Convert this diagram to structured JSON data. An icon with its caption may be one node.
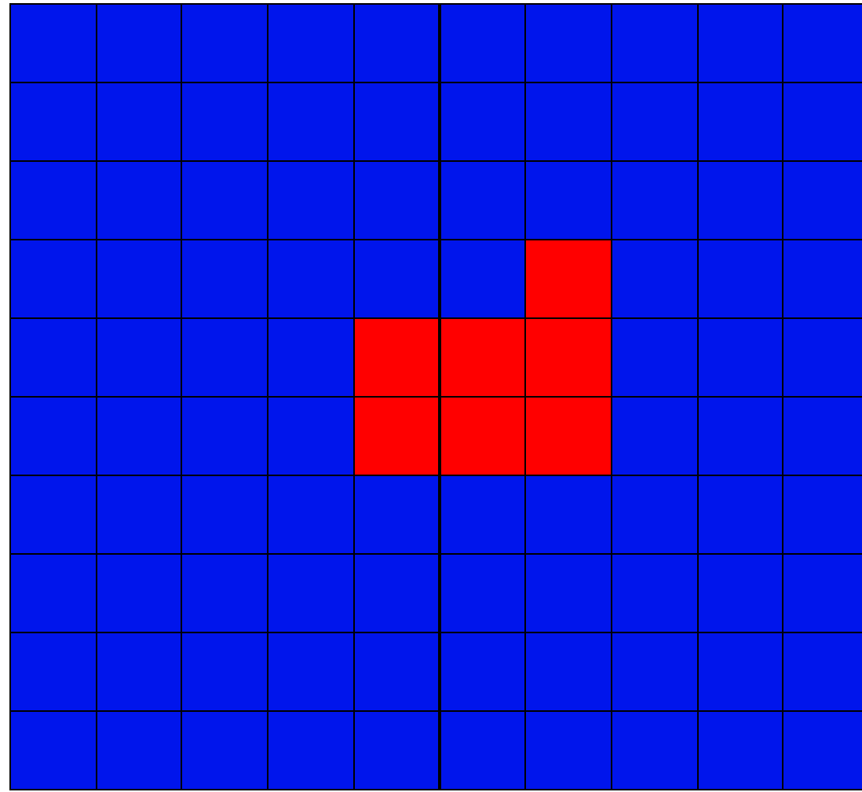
{
  "diagram": {
    "nodes": [
      {
        "text": [],
        "shape": "box"
      },
      {
        "text": [],
        "shape": "box"
      },
      {
        "text": [],
        "shape": "box"
      },
      {
        "text": [],
        "shape": "box"
      },
      {
        "text": [],
        "shape": "box"
      },
      {
        "text": [],
        "shape": "box"
      },
      {
        "text": [],
        "shape": "box"
      },
      {
        "text": [],
        "shape": "box"
      },
      {
        "text": [],
        "shape": "box"
      },
      {
        "text": [],
        "shape": "box"
      },
      {
        "text": [],
        "shape": "box"
      },
      {
        "text": [],
        "shape": "box"
      },
      {
        "text": [],
        "shape": "box"
      },
      {
        "text": [],
        "shape": "box"
      },
      {
        "text": [],
        "shape": "box"
      },
      {
        "text": [],
        "shape": "box"
      },
      {
        "text": [],
        "shape": "box"
      },
      {
        "text": [],
        "shape": "box"
      },
      {
        "text": [],
        "shape": "box"
      },
      {
        "text": [],
        "shape": "box"
      },
      {
        "text": [],
        "shape": "box"
      },
      {
        "text": [],
        "shape": "box"
      },
      {
        "text": [],
        "shape": "box"
      },
      {
        "text": [],
        "shape": "box"
      },
      {
        "text": [],
        "shape": "box"
      },
      {
        "text": [],
        "shape": "box"
      },
      {
        "text": [],
        "shape": "box"
      },
      {
        "text": [],
        "shape": "box"
      },
      {
        "text": [],
        "shape": "box"
      },
      {
        "text": [],
        "shape": "box"
      },
      {
        "text": [],
        "shape": "box"
      },
      {
        "text": [],
        "shape": "box"
      },
      {
        "text": [],
        "shape": "box"
      },
      {
        "text": [],
        "shape": "box"
      },
      {
        "text": [],
        "shape": "box"
      },
      {
        "text": [],
        "shape": "box"
      },
      {
        "text": [],
        "shape": "box"
      },
      {
        "text": [],
        "shape": "box"
      },
      {
        "text": [],
        "shape": "box"
      },
      {
        "text": [],
        "shape": "box"
      },
      {
        "text": [],
        "shape": "box"
      },
      {
        "text": [],
        "shape": "box"
      },
      {
        "text": [],
        "shape": "box"
      },
      {
        "text": [],
        "shape": "box"
      },
      {
        "text": [],
        "shape": "box"
      },
      {
        "text": [],
        "shape": "box"
      },
      {
        "text": [],
        "shape": "box"
      },
      {
        "text": [],
        "shape": "box"
      },
      {
        "text": [],
        "shape": "box"
      },
      {
        "text": [],
        "shape": "box"
      },
      {
        "text": [],
        "shape": "box"
      },
      {
        "text": [],
        "shape": "box"
      },
      {
        "text": [],
        "shape": "box"
      },
      {
        "text": [],
        "shape": "box"
      },
      {
        "text": [],
        "shape": "box"
      },
      {
        "text": [],
        "shape": "box"
      },
      {
        "text": [],
        "shape": "box"
      },
      {
        "text": [],
        "shape": "box"
      },
      {
        "text": [],
        "shape": "box"
      },
      {
        "text": [],
        "shape": "box"
      },
      {
        "text": [],
        "shape": "box"
      },
      {
        "text": [],
        "shape": "box"
      },
      {
        "text": [],
        "shape": "box"
      },
      {
        "text": [],
        "shape": "box"
      },
      {
        "text": [],
        "shape": "box"
      },
      {
        "text": [],
        "shape": "box"
      },
      {
        "text": [],
        "shape": "box"
      },
      {
        "text": [],
        "shape": "box"
      },
      {
        "text": [],
        "shape": "box"
      },
      {
        "text": [],
        "shape": "box"
      },
      {
        "text": [],
        "shape": "box"
      },
      {
        "text": [],
        "shape": "box"
      },
      {
        "text": [],
        "shape": "box"
      },
      {
        "text": [],
        "shape": "box"
      },
      {
        "text": [],
        "shape": "box"
      },
      {
        "text": [],
        "shape": "box"
      },
      {
        "text": [],
        "shape": "box"
      },
      {
        "text": [],
        "shape": "box"
      },
      {
        "text": [],
        "shape": "box"
      },
      {
        "text": [],
        "shape": "box"
      },
      {
        "text": [],
        "shape": "box"
      },
      {
        "text": [],
        "shape": "box"
      },
      {
        "text": [],
        "shape": "box"
      },
      {
        "text": [],
        "shape": "box"
      },
      {
        "text": [],
        "shape": "box"
      },
      {
        "text": [],
        "shape": "box"
      },
      {
        "text": [],
        "shape": "box"
      },
      {
        "text": [],
        "shape": "box"
      },
      {
        "text": [],
        "shape": "box"
      },
      {
        "text": [],
        "shape": "box"
      },
      {
        "text": [],
        "shape": "box"
      },
      {
        "text": [],
        "shape": "box"
      },
      {
        "text": [],
        "shape": "box"
      },
      {
        "text": [],
        "shape": "box"
      },
      {
        "text": [],
        "shape": "box"
      },
      {
        "text": [],
        "shape": "box"
      },
      {
        "text": [],
        "shape": "box"
      },
      {
        "text": [],
        "shape": "box"
      },
      {
        "text": [],
        "shape": "box"
      },
      {
        "text": [],
        "shape": "box"
      }
    ]
  }
}
